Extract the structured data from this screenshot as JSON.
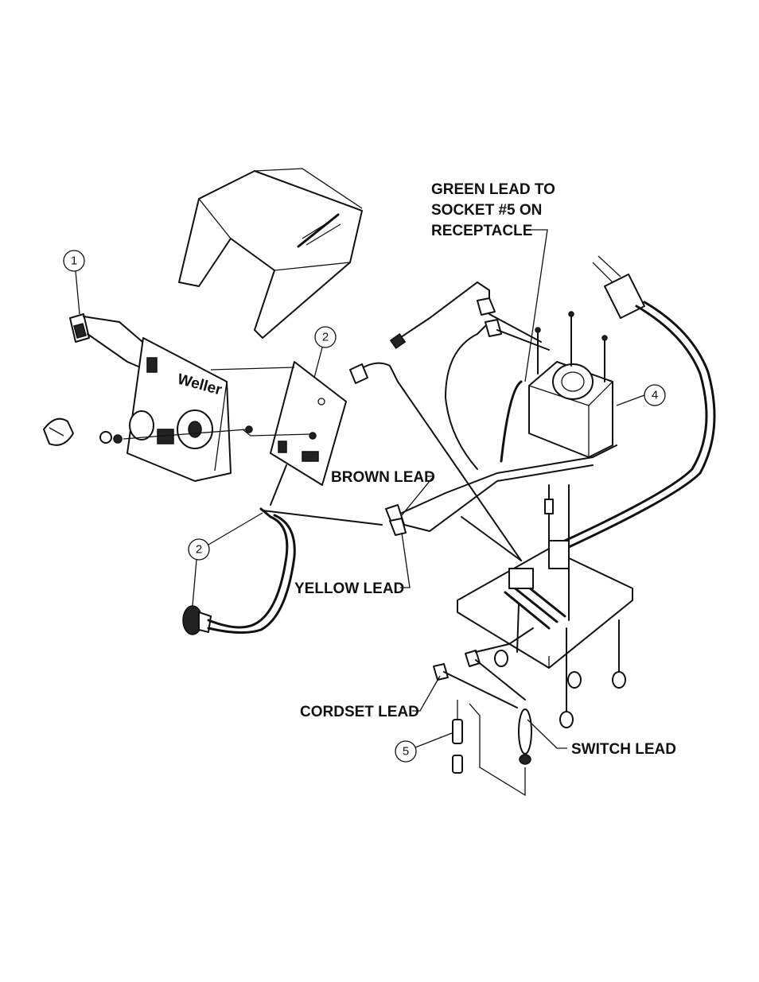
{
  "labels": {
    "green_lead": [
      "GREEN LEAD TO",
      "SOCKET #5 ON",
      "RECEPTACLE"
    ],
    "brown_lead": "BROWN LEAD",
    "yellow_lead": "YELLOW LEAD",
    "cordset_lead": "CORDSET LEAD",
    "switch_lead": "SWITCH LEAD"
  },
  "callouts": [
    "1",
    "2",
    "2",
    "4",
    "5"
  ]
}
